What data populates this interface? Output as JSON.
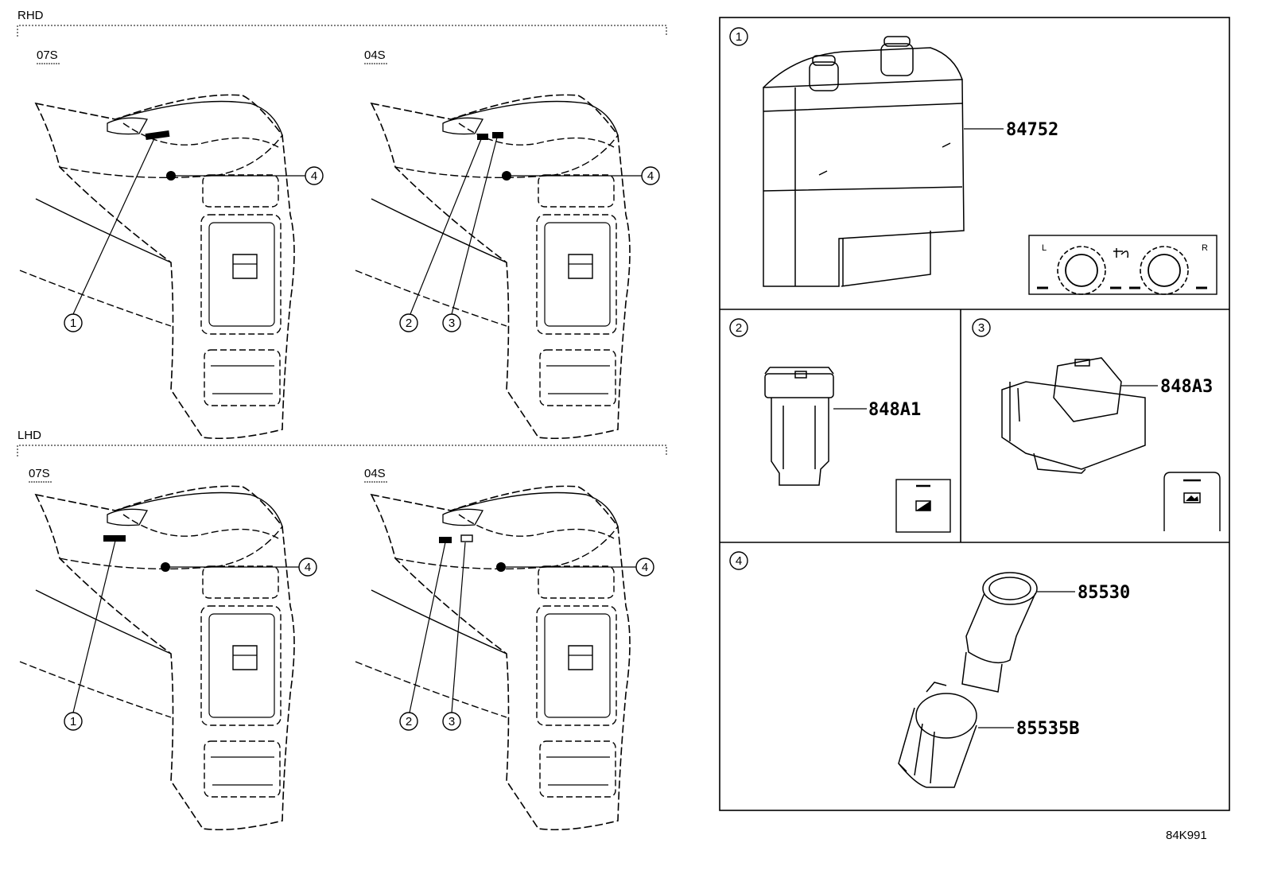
{
  "sections": [
    {
      "id": "rhd",
      "label": "RHD",
      "variants": [
        {
          "code": "07S",
          "callouts": [
            "1",
            "4"
          ]
        },
        {
          "code": "04S",
          "callouts": [
            "2",
            "3",
            "4"
          ]
        }
      ]
    },
    {
      "id": "lhd",
      "label": "LHD",
      "variants": [
        {
          "code": "07S",
          "callouts": [
            "1",
            "4"
          ]
        },
        {
          "code": "04S",
          "callouts": [
            "2",
            "3",
            "4"
          ]
        }
      ]
    }
  ],
  "parts_panel": [
    {
      "number": "1",
      "parts": [
        "84752"
      ],
      "inset_letters": [
        "L",
        "R"
      ]
    },
    {
      "number": "2",
      "parts": [
        "848A1"
      ]
    },
    {
      "number": "3",
      "parts": [
        "848A3"
      ]
    },
    {
      "number": "4",
      "parts": [
        "85530",
        "85535B"
      ]
    }
  ],
  "reference_code": "84K991"
}
